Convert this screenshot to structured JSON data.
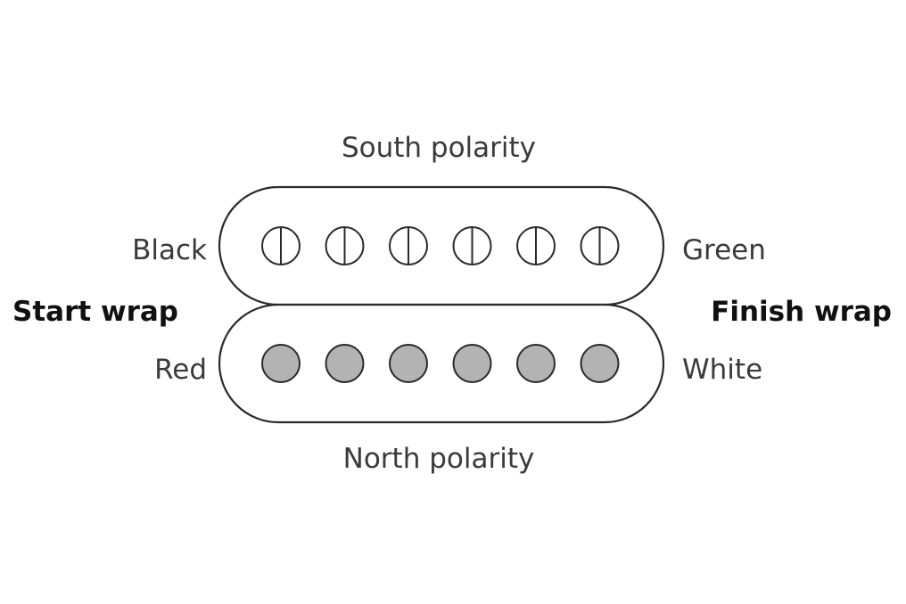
{
  "labels": {
    "south_polarity": "South polarity",
    "north_polarity": "North polarity",
    "black": "Black",
    "green": "Green",
    "red": "Red",
    "white": "White",
    "start_wrap": "Start wrap",
    "finish_wrap": "Finish wrap"
  },
  "coils": {
    "south": {
      "pole_count": 6,
      "pole_style": "open-with-divider"
    },
    "north": {
      "pole_count": 6,
      "pole_style": "filled"
    }
  },
  "colors": {
    "north_pole_fill": "#b3b3b3",
    "outline": "#2a2a2a",
    "text": "#3a3a3a"
  }
}
